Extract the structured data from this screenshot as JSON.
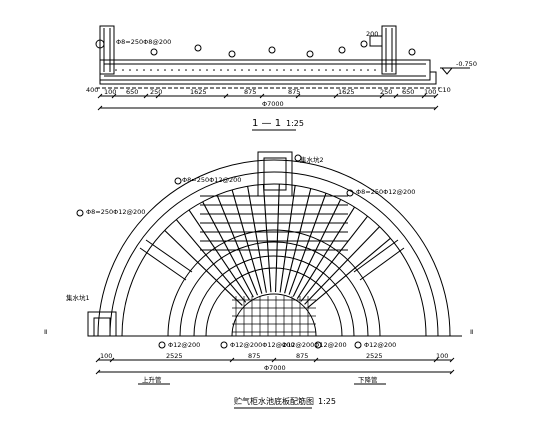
{
  "section": {
    "title": "1 — 1",
    "scale": "1:25",
    "rebar_main": "Φ8=250Φ8@200",
    "dim_200": "200",
    "elev": "-0.750",
    "c10": "C10",
    "dim_400": "400",
    "dims": [
      "100",
      "650",
      "250",
      "1625",
      "875",
      "875",
      "1625",
      "250",
      "650",
      "100"
    ],
    "total": "Φ7000"
  },
  "plan": {
    "title": "贮气柜水池底板配筋图",
    "scale": "1:25",
    "rebar_left": "Φ8=250Φ12@200",
    "rebar_right": "Φ8=250Φ12@200",
    "rebar_top": "Φ8=250Φ12@200",
    "note_top": "集水坑2",
    "note_left": "集水坑1",
    "bar_label_left": "Φ12@200",
    "bar_label_c1": "Φ12@200Φ12@200",
    "bar_label_c2": "Φ12@200Φ12@200",
    "bar_label_right": "Φ12@200",
    "dims": [
      "100",
      "2525",
      "875",
      "875",
      "2525",
      "100"
    ],
    "total": "Φ7000",
    "tag_left": "上升管",
    "tag_right": "下降管",
    "axis": "Ⅱ"
  },
  "callouts": [
    "1",
    "2",
    "3",
    "4",
    "5",
    "6",
    "7",
    "8",
    "9",
    "10",
    "11"
  ]
}
